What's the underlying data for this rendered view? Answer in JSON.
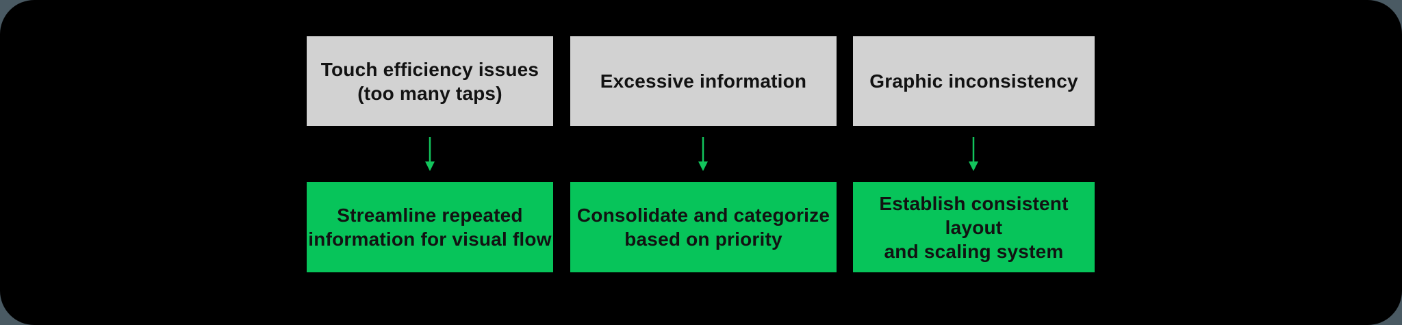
{
  "colors": {
    "page_background": "#4A5A63",
    "panel_background": "#000000",
    "problem_box": "#D2D2D2",
    "solution_box": "#07C45A",
    "arrow": "#12C55C",
    "text": "#121212"
  },
  "diagram": {
    "columns": [
      {
        "problem_line1": "Touch efficiency issues",
        "problem_line2": "(too many taps)",
        "solution_line1": "Streamline repeated",
        "solution_line2": "information for visual flow"
      },
      {
        "problem_line1": "Excessive information",
        "problem_line2": "",
        "solution_line1": "Consolidate and categorize",
        "solution_line2": "based on priority"
      },
      {
        "problem_line1": "Graphic inconsistency",
        "problem_line2": "",
        "solution_line1": "Establish consistent layout",
        "solution_line2": "and scaling system"
      }
    ]
  }
}
